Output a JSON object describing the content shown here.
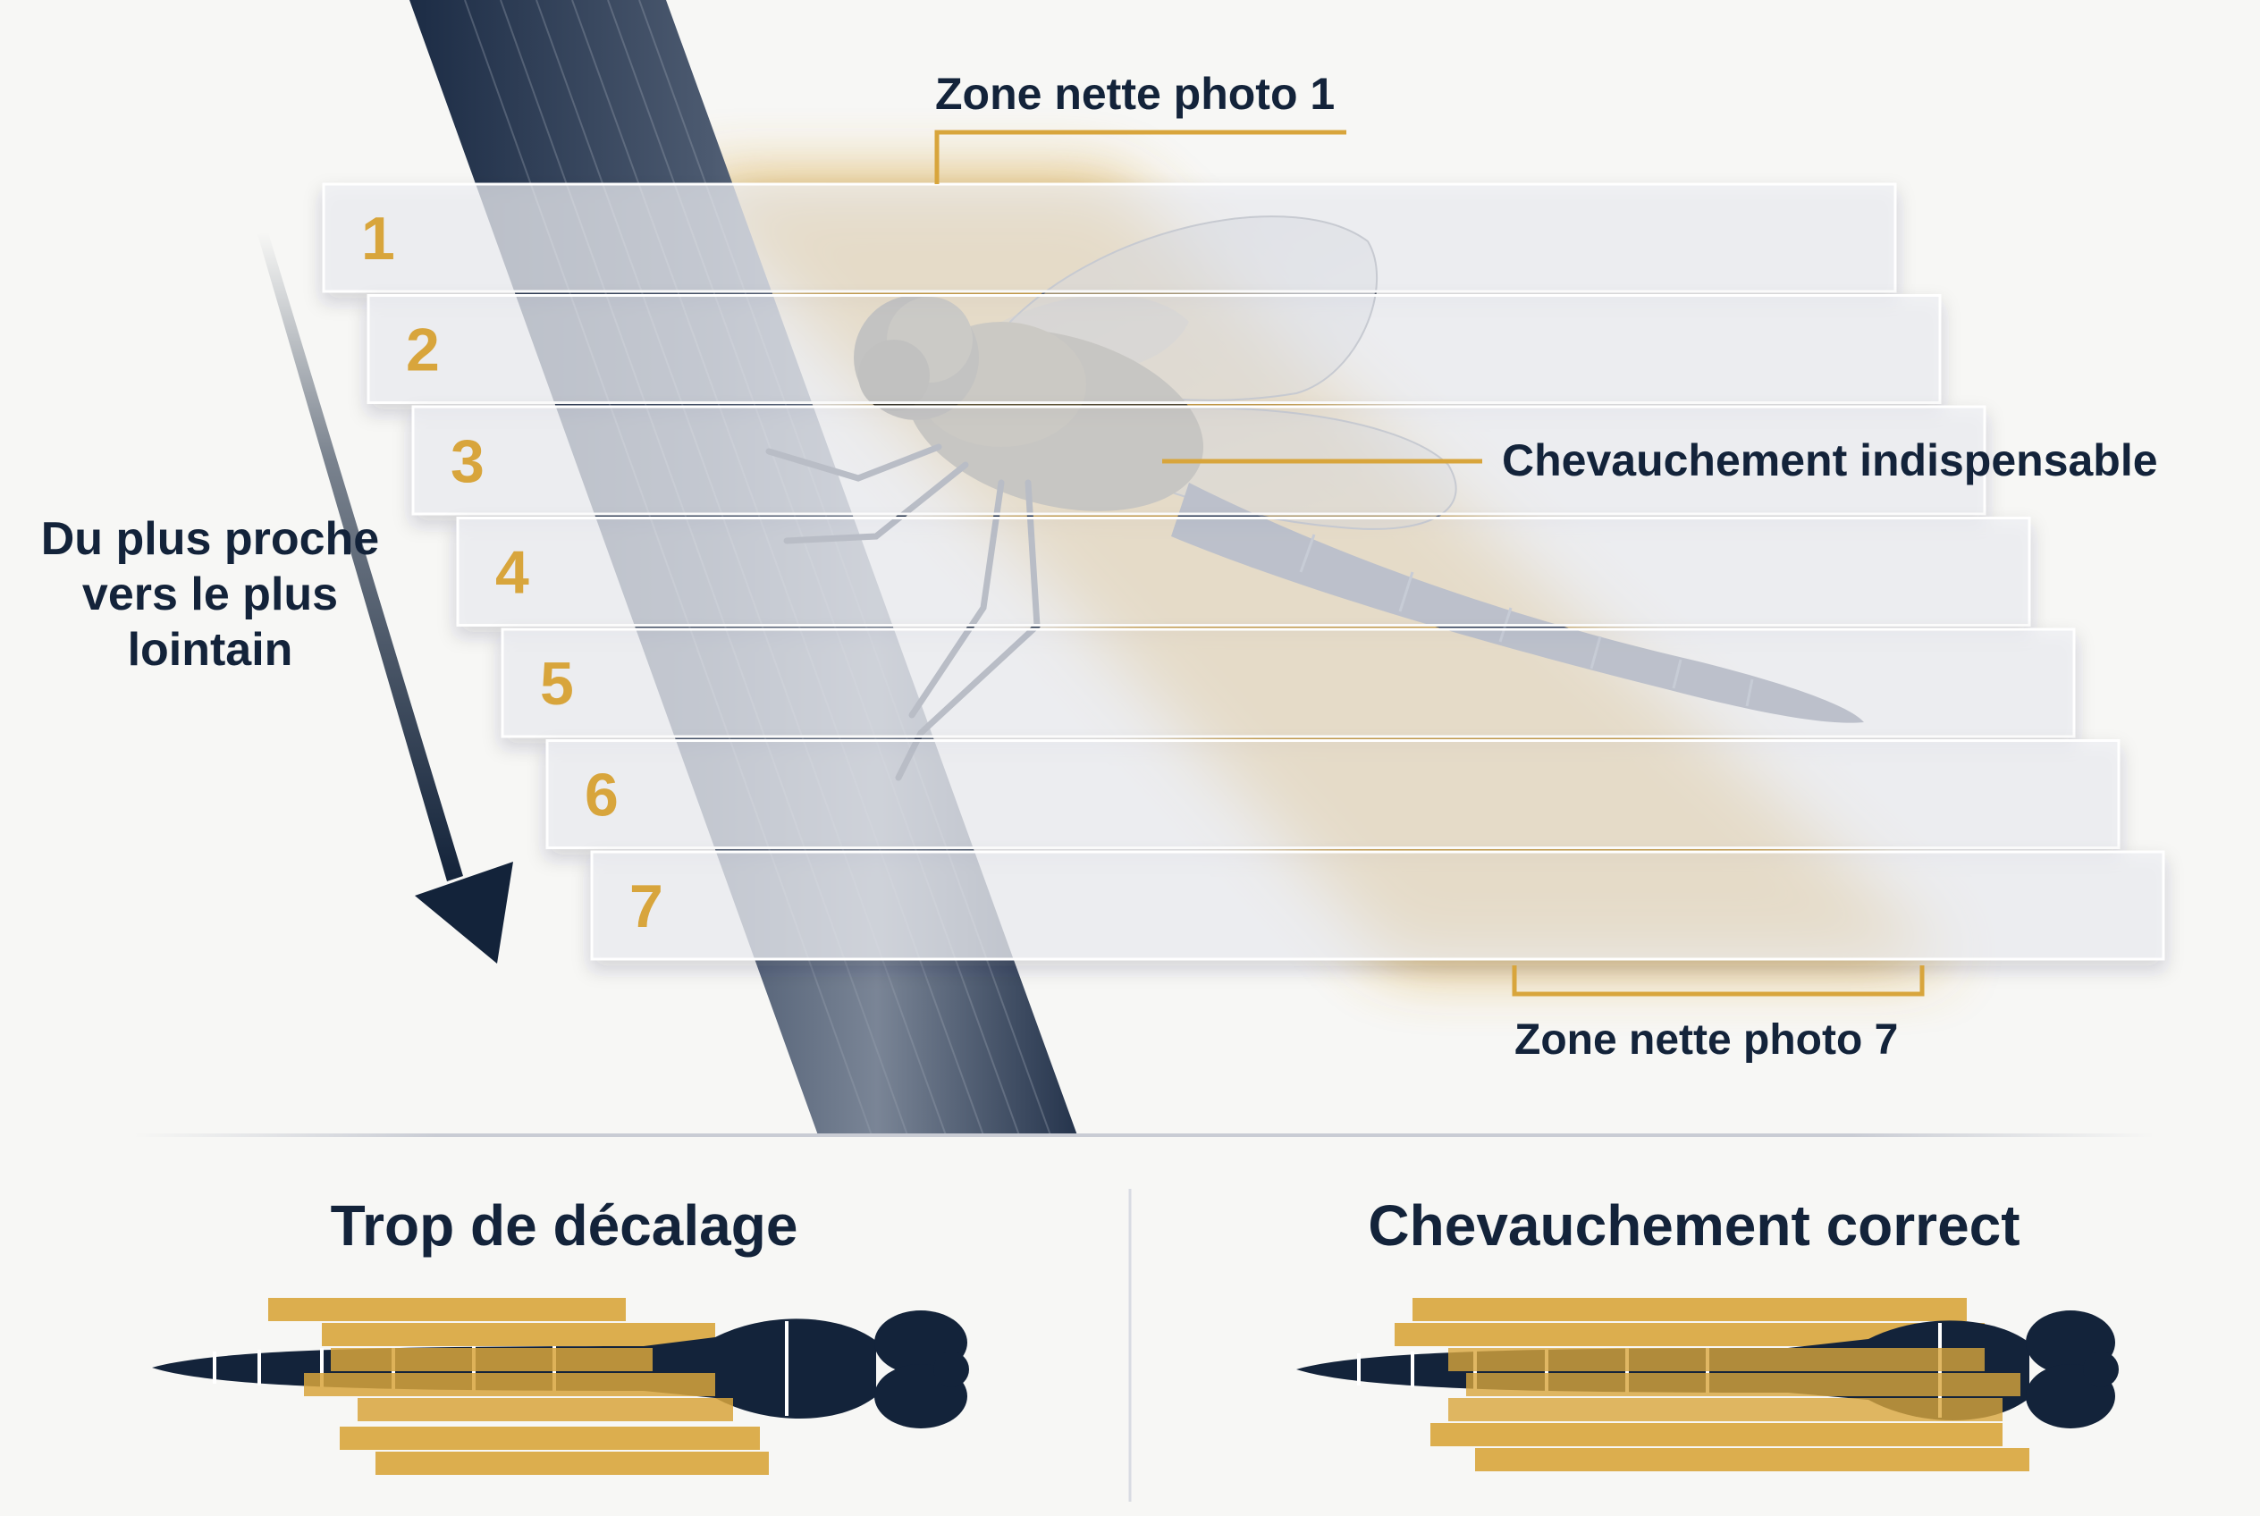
{
  "colors": {
    "navy": "#13233a",
    "gold": "#d8a53c",
    "slice_fill": "#eef0f4",
    "slice_border": "#ffffff",
    "background": "#f7f7f5"
  },
  "diagram": {
    "label_zone_first": "Zone nette photo 1",
    "label_overlap": "Chevauchement indispensable",
    "label_zone_last": "Zone nette photo 7",
    "direction_label": "Du plus proche vers le plus lointain",
    "slices": [
      {
        "number": "1"
      },
      {
        "number": "2"
      },
      {
        "number": "3"
      },
      {
        "number": "4"
      },
      {
        "number": "5"
      },
      {
        "number": "6"
      },
      {
        "number": "7"
      }
    ]
  },
  "comparison": {
    "bad": {
      "title": "Trop de décalage"
    },
    "good": {
      "title": "Chevauchement correct"
    }
  },
  "icons": [
    "dragonfly-illustration",
    "stem-illustration",
    "direction-arrow-icon",
    "dragonfly-body-icon"
  ]
}
